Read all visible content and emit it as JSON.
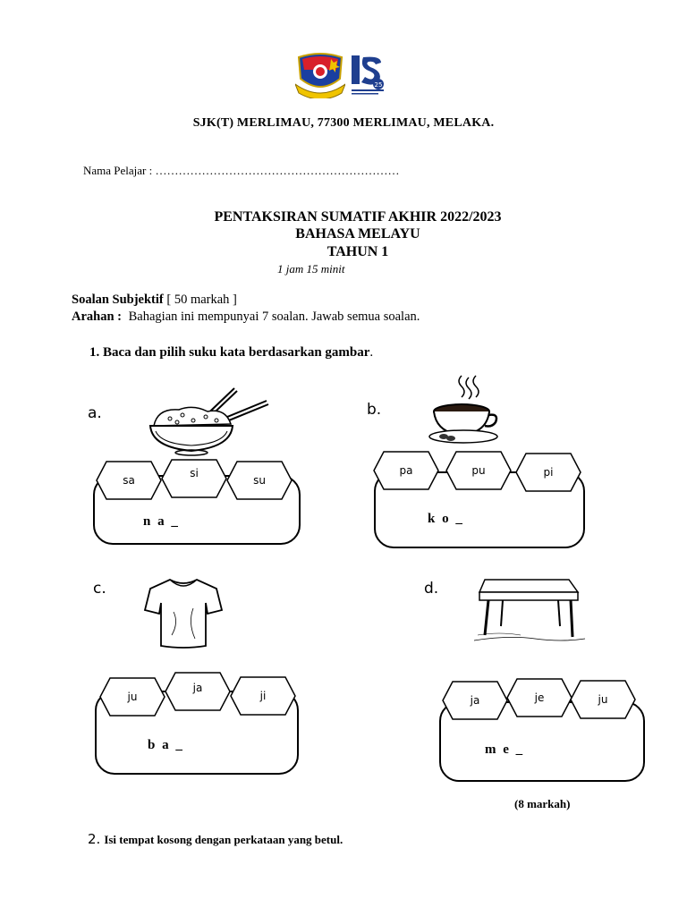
{
  "header": {
    "school": "SJK(T) MERLIMAU, 77300 MERLIMAU, MELAKA.",
    "name_label": "Nama Pelajar : ………………………………………………………"
  },
  "exam": {
    "title": "PENTAKSIRAN SUMATIF AKHIR 2022/2023",
    "subject": "BAHASA MELAYU",
    "year": "TAHUN 1",
    "duration": "1 jam 15 minit"
  },
  "section": {
    "label": "Soalan  Subjektif",
    "marks": "[ 50 markah ]",
    "instruction_label": "Arahan :",
    "instruction_text": "Bahagian ini mempunyai  7 soalan. Jawab semua soalan."
  },
  "question1": {
    "number": "1.",
    "text": "Baca dan pilih suku kata berdasarkan gambar",
    "period": ".",
    "items": [
      {
        "letter": "a.",
        "options": [
          "sa",
          "si",
          "su"
        ],
        "word": "n a _"
      },
      {
        "letter": "b.",
        "options": [
          "pa",
          "pu",
          "pi"
        ],
        "word": "k o _"
      },
      {
        "letter": "c.",
        "options": [
          "ju",
          "ja",
          "ji"
        ],
        "word": "b a _"
      },
      {
        "letter": "d.",
        "options": [
          "ja",
          "je",
          "ju"
        ],
        "word": "m e _"
      }
    ],
    "marks": "(8   markah)"
  },
  "question2": {
    "number": "2.",
    "text": "Isi tempat kosong dengan perkataan yang betul."
  },
  "images": {
    "logo_left": "school-crest-logo",
    "logo_right": "is25-logo",
    "a": "rice-bowl-chopsticks",
    "b": "coffee-cup",
    "c": "t-shirt",
    "d": "wooden-table"
  }
}
